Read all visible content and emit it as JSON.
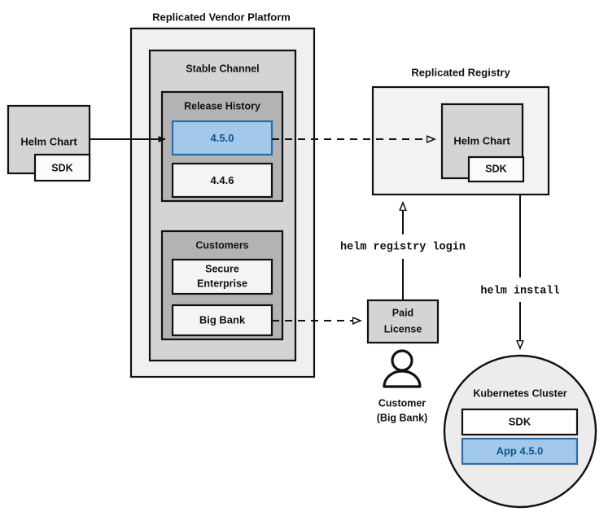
{
  "diagram": {
    "title_left": "Helm Chart",
    "colors": {
      "platform_fill": "#f0f0f0",
      "channel_fill": "#d4d4d4",
      "release_fill": "#b3b3b3",
      "box_gray_fill": "#d4d4d4",
      "box_light_fill": "#f2f2f2",
      "box_white_fill": "#ffffff",
      "highlight_blue_fill": "#a3c9ea",
      "highlight_blue_stroke": "#2b6ca3",
      "highlight_blue_text": "#10558d",
      "stroke": "#111111",
      "background": "#ffffff"
    },
    "source_chart": {
      "label": "Helm Chart",
      "nested_label": "SDK"
    },
    "platform": {
      "title": "Replicated Vendor Platform",
      "channel": {
        "title": "Stable Channel",
        "release_history": {
          "title": "Release History",
          "releases": [
            {
              "version": "4.5.0",
              "highlighted": true
            },
            {
              "version": "4.4.6",
              "highlighted": false
            }
          ]
        },
        "customers": {
          "title": "Customers",
          "entries": [
            {
              "name": "Secure Enterprise"
            },
            {
              "name": "Big Bank"
            }
          ]
        }
      }
    },
    "registry": {
      "title": "Replicated Registry",
      "chart": {
        "label": "Helm Chart",
        "nested_label": "SDK"
      }
    },
    "license": {
      "line1": "Paid",
      "line2": "License"
    },
    "customer_actor": {
      "line1": "Customer",
      "line2": "(Big Bank)",
      "icon": "person-icon"
    },
    "cluster": {
      "title": "Kubernetes Cluster",
      "items": [
        {
          "label": "SDK",
          "highlighted": false
        },
        {
          "label": "App 4.5.0",
          "highlighted": true
        }
      ]
    },
    "commands": {
      "registry_login": "helm registry login",
      "install": "helm install"
    }
  }
}
